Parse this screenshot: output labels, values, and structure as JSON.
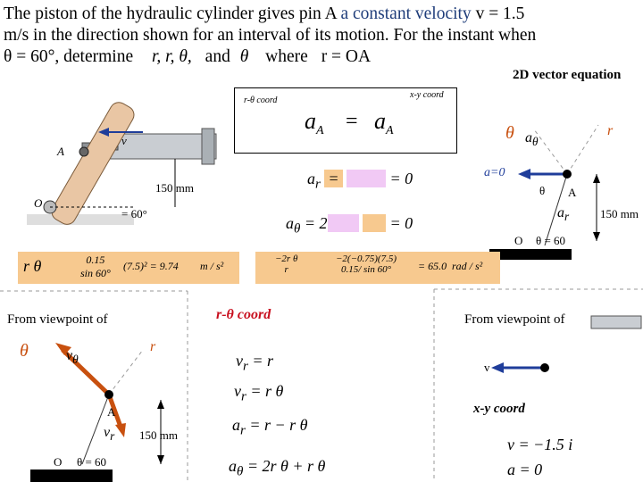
{
  "problem": {
    "line1a": "The piston of the hydraulic cylinder gives pin A ",
    "line1b": "a constant velocity",
    "line1c": " v = 1.5",
    "line2": "m/s in the direction shown for an interval of its motion. For the instant when",
    "line3": "θ = 60°, determine",
    "vars": "r, r, θ,",
    "and": "and",
    "theta_dd": "θ",
    "where": "where",
    "r_eq": "r = OA"
  },
  "vector_eq_title": "2D vector equation",
  "eq_box": {
    "rtheta_label": "r-θ coord",
    "xy_label": "x-y coord",
    "a": "a",
    "A_sub": "A",
    "equals": "="
  },
  "figure": {
    "label_A": "A",
    "label_O": "O",
    "label_v": "v",
    "dim": "150 mm",
    "angle": "= 60°"
  },
  "right_diagram": {
    "theta": "θ",
    "a_theta": "a",
    "theta_sub": "θ",
    "r": "r",
    "a_eq0": "a=0",
    "theta_small": "θ",
    "A": "A",
    "a_r": "a",
    "r_sub": "r",
    "dim": "150 mm",
    "O": "O",
    "angle": "θ = 60"
  },
  "eqs": {
    "ar_left": "a",
    "ar_sub": "r",
    "ar_rhs": "= 0",
    "atheta_rhs": "= 0",
    "rdd_left": "r θ",
    "rdd_value": "(7.5)² = 9.74",
    "rdd_frac_num": "0.15",
    "rdd_frac_den": "sin 60°",
    "rdd_units": "m / s²",
    "tdd_num": "−2(−0.75)(7.5)",
    "tdd_den": "0.15/ sin 60°",
    "tdd_value": "= 65.0",
    "tdd_units": "rad / s²",
    "tdd_left_num": "−2r θ",
    "tdd_left_den": "r"
  },
  "bottom_left": {
    "viewpoint": "From viewpoint of",
    "theta": "θ",
    "v_theta": "v",
    "theta_sub": "θ",
    "r": "r",
    "A": "A",
    "v_r": "v",
    "r_sub": "r",
    "dim": "150 mm",
    "O": "O",
    "angle": "θ = 60"
  },
  "middle": {
    "title": "r-θ coord",
    "vr1": "v",
    "r_sub": "r",
    "vr1_rhs": "=  r",
    "vr2_rhs": "=  r θ",
    "ar_rhs": "=  r − r θ",
    "atheta_rhs": "=  2r θ + r θ",
    "v_label": "v"
  },
  "bottom_right": {
    "viewpoint": "From viewpoint of",
    "v": "v",
    "title": "x-y coord",
    "v_eq": "v = −1.5 i",
    "a_eq": "a = 0"
  },
  "colors": {
    "arrow_orange": "#c8500f",
    "arrow_blue": "#1f3d9a",
    "hl_orange": "#f7c98f",
    "hl_pink": "#f1c9f5"
  }
}
